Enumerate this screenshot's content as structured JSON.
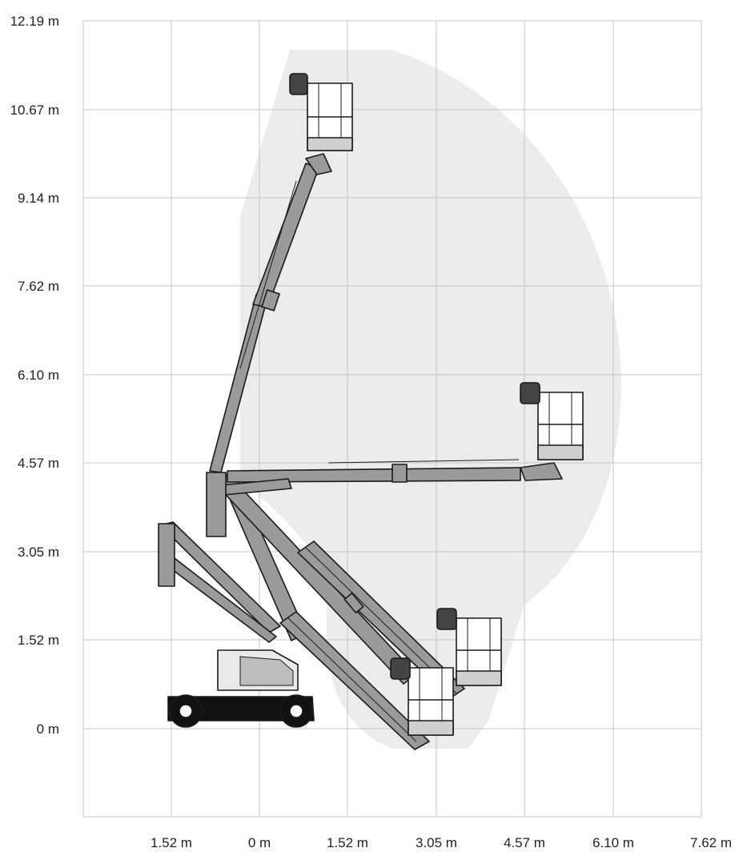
{
  "chart_data": {
    "type": "reach-diagram",
    "y_ticks": [
      "12.19 m",
      "10.67 m",
      "9.14 m",
      "7.62 m",
      "6.10 m",
      "4.57 m",
      "3.05 m",
      "1.52 m",
      "0 m"
    ],
    "x_ticks": [
      "1.52 m",
      "0 m",
      "1.52 m",
      "3.05 m",
      "4.57 m",
      "6.10 m",
      "7.62 m"
    ],
    "grid": true,
    "colors": {
      "envelope": "#ececec",
      "grid": "#c4c4c4",
      "boom_fill": "#9a9a9a",
      "stroke": "#1a1a1a",
      "chassis": "#111111"
    },
    "icons": [
      "aerial-lift-machine-icon",
      "platform-basket-icon",
      "wheel-icon"
    ]
  }
}
